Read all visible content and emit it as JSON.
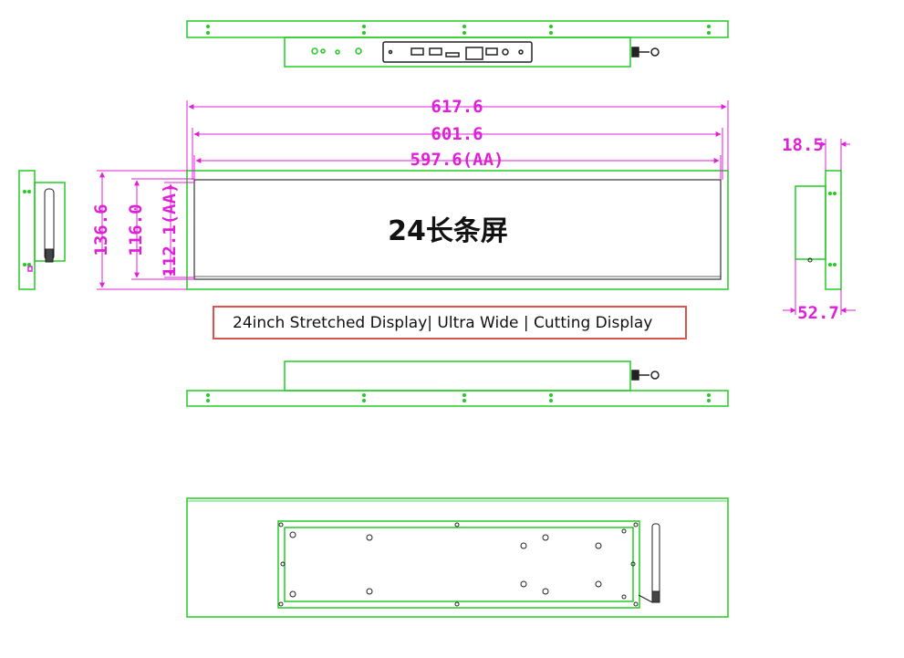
{
  "product_label": "24长条屏",
  "caption": "24inch Stretched Display| Ultra Wide | Cutting Display",
  "dimensions": {
    "overall_width": "617.6",
    "bezel_width": "601.6",
    "active_width": "597.6(AA)",
    "overall_height": "136.6",
    "bezel_height": "116.0",
    "active_height": "112.1(AA)",
    "side_depth_top": "18.5",
    "side_depth_bottom": "52.7"
  },
  "colors": {
    "outline": "#22cc22",
    "dimension": "#e020d8",
    "caption_border": "#d9534f"
  }
}
